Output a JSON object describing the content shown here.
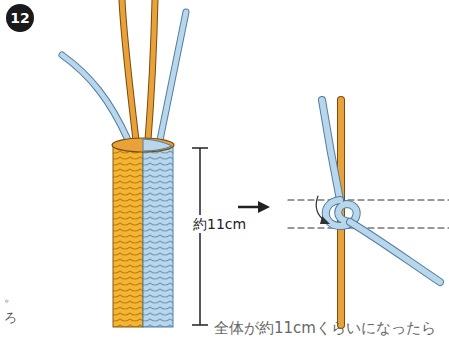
{
  "diagram": {
    "labels": [
      "12",
      "約11cm",
      "全体が約11cmくらいになったら",
      "。",
      "ろ"
    ]
  }
}
